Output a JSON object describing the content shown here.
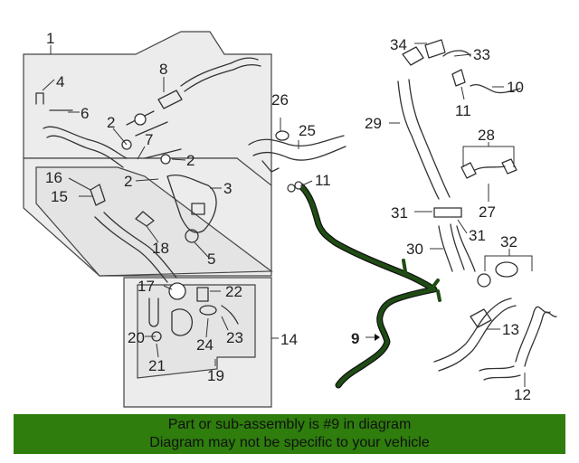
{
  "callouts": {
    "c1": "1",
    "c2a": "2",
    "c2b": "2",
    "c2c": "2",
    "c3": "3",
    "c4": "4",
    "c5": "5",
    "c6": "6",
    "c7": "7",
    "c8": "8",
    "c9": "9",
    "c10": "10",
    "c11a": "11",
    "c11b": "11",
    "c12": "12",
    "c13": "13",
    "c14": "14",
    "c15": "15",
    "c16": "16",
    "c17": "17",
    "c18": "18",
    "c19": "19",
    "c20": "20",
    "c21": "21",
    "c22": "22",
    "c23": "23",
    "c24": "24",
    "c25": "25",
    "c26": "26",
    "c27": "27",
    "c28": "28",
    "c29": "29",
    "c30": "30",
    "c31a": "31",
    "c31b": "31",
    "c32": "32",
    "c33": "33",
    "c34": "34"
  },
  "banner": {
    "line1": "Part or sub-assembly is #9 in diagram",
    "line2": "Diagram may not be specific to your vehicle",
    "color": "#2e7d0d"
  },
  "highlight_color": "#1f4d14"
}
